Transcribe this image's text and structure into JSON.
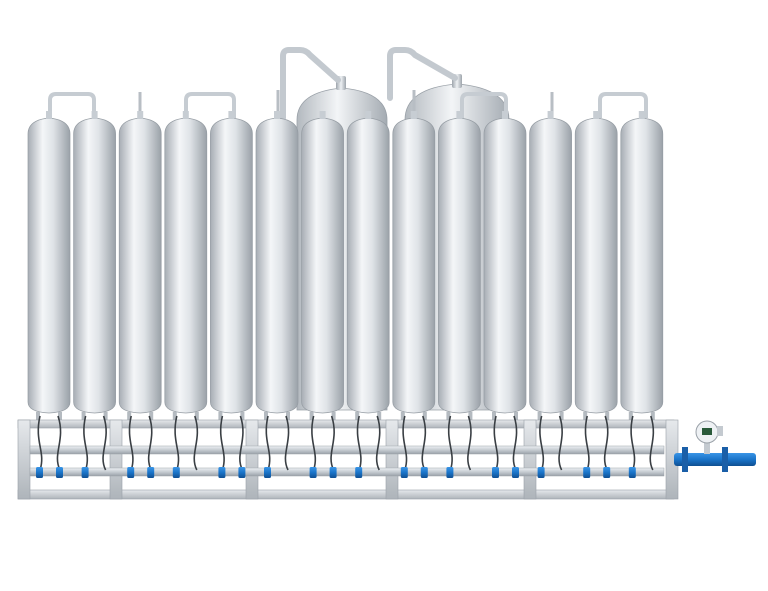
{
  "scene": {
    "subject": "industrial-tank-bank",
    "tank_count": 14,
    "vessel_count": 2,
    "flow_meter_count": 1
  },
  "colors": {
    "background": "#ffffff",
    "steel_light": "#f2f4f6",
    "steel_mid": "#c9ced4",
    "steel_dark": "#9aa1a8",
    "frame": "#b9bec4",
    "valve_blue": "#1a74c9",
    "hose": "#3a3f44",
    "meter_display": "#2a5a3a"
  },
  "icons": {
    "tank": "tank-icon",
    "vessel": "vessel-icon",
    "valve": "valve-icon",
    "flow_meter": "flow-meter-icon"
  }
}
